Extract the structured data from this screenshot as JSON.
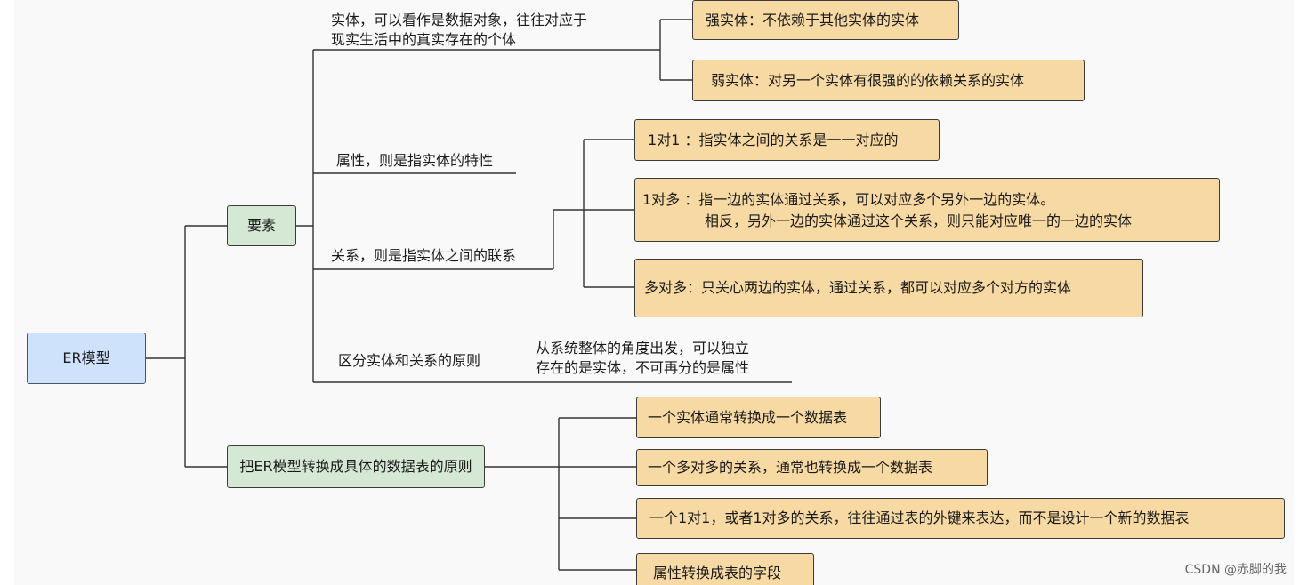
{
  "root": "ER模型",
  "elements": {
    "label": "要素",
    "entity": {
      "text_line1": "实体，可以看作是数据对象，往往对应于",
      "text_line2": "现实生活中的真实存在的个体",
      "strong": "强实体：不依赖于其他实体的实体",
      "weak": "弱实体：对另一个实体有很强的的依赖关系的实体"
    },
    "attribute": {
      "text": "属性，则是指实体的特性"
    },
    "relationship": {
      "text": "关系，则是指实体之间的联系",
      "one_to_one": "1对1 ：指实体之间的关系是一一对应的",
      "one_to_many_line1": "1对多 ：指一边的实体通过关系，可以对应多个另外一边的实体。",
      "one_to_many_line2": "相反，另外一边的实体通过这个关系，则只能对应唯一的一边的实体",
      "many_to_many": "多对多：只关心两边的实体，通过关系，都可以对应多个对方的实体"
    },
    "distinguish": {
      "text": "区分实体和关系的原则",
      "detail_line1": "从系统整体的角度出发，可以独立",
      "detail_line2": "存在的是实体，不可再分的是属性"
    }
  },
  "conversion": {
    "label": "把ER模型转换成具体的数据表的原则",
    "rules": [
      "一个实体通常转换成一个数据表",
      "一个多对多的关系，通常也转换成一个数据表",
      "一个1对1，或者1对多的关系，往往通过表的外键来表达，而不是设计一个新的数据表",
      "属性转换成表的字段"
    ]
  },
  "watermark": "CSDN @赤脚的我",
  "colors": {
    "root_fill": "#cfe2fb",
    "branch_fill": "#d5e8d4",
    "leaf_fill": "#f7d9a3",
    "line": "#333333"
  }
}
